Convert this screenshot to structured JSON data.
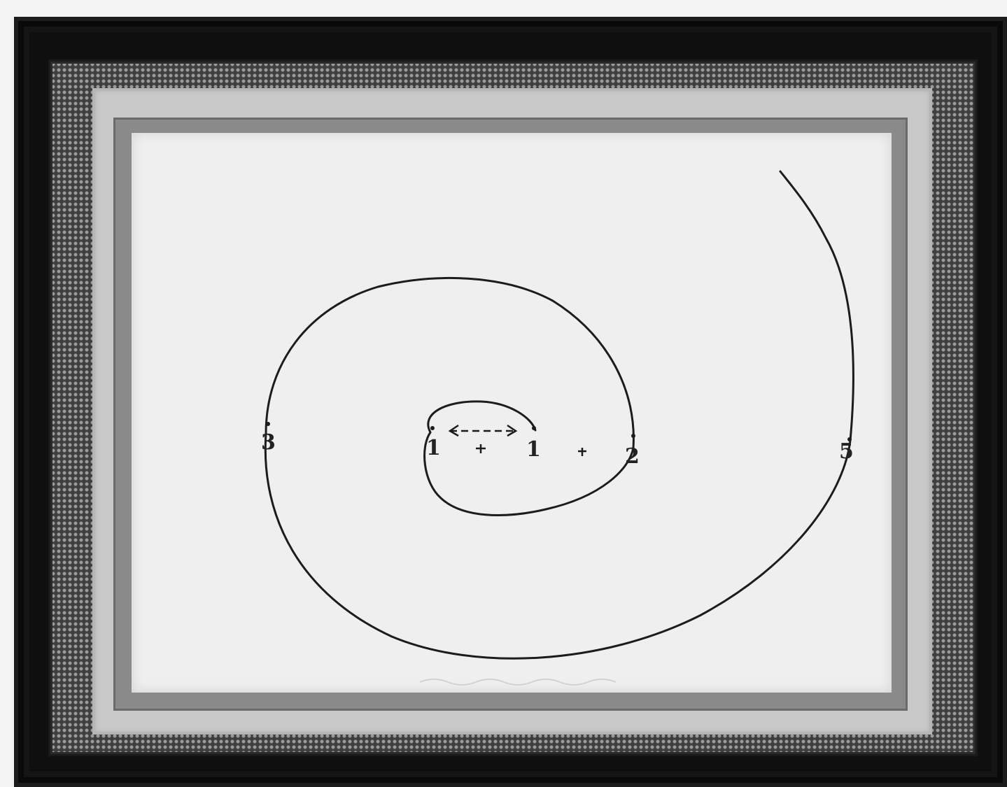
{
  "image": {
    "subject": "framed drawing",
    "labels": {
      "one_left": "1",
      "one_right": "1",
      "two": "2",
      "three": "3",
      "five": "5"
    },
    "colors": {
      "frame": "#0f0f0f",
      "ornament": "#5a5a5a",
      "mat": "#c9c9c9",
      "paper": "#efefef",
      "ink": "#222222"
    }
  }
}
